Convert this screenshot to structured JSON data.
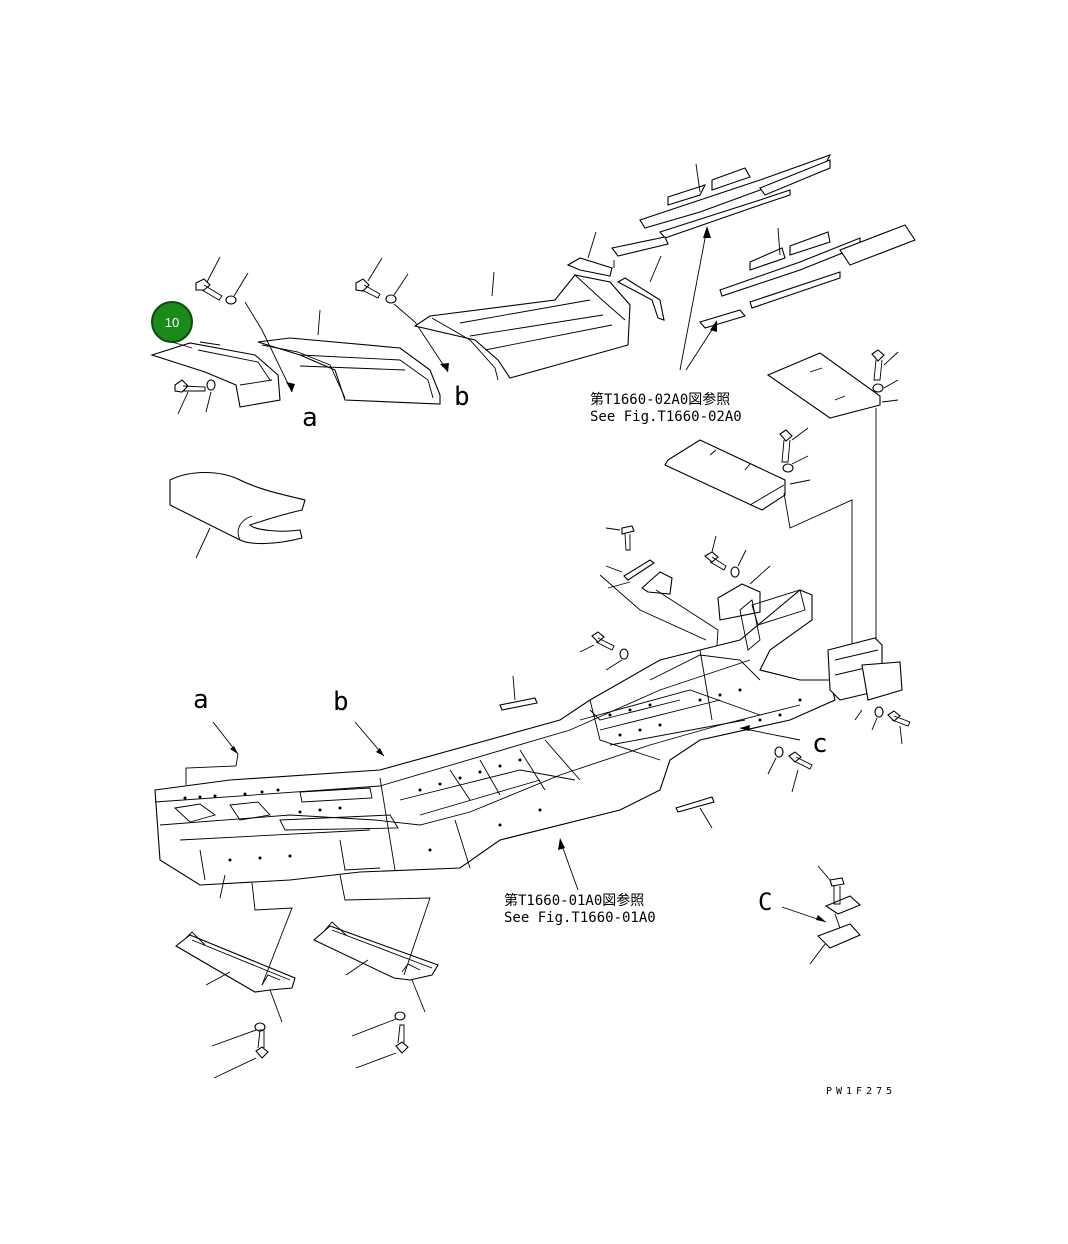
{
  "callout": {
    "number": "10",
    "color": "#1a8a1a",
    "ring": "#0b4d0b"
  },
  "letters": {
    "a_top": "a",
    "b_top": "b",
    "a_mid": "a",
    "b_mid": "b",
    "c_right": "c",
    "c_bottom": "C"
  },
  "references": {
    "upper_jp": "第T1660-02A0図参照",
    "upper_en": "See Fig.T1660-02A0",
    "lower_jp": "第T1660-01A0図参照",
    "lower_en": "See Fig.T1660-01A0"
  },
  "drawing_code": "PW1F275"
}
